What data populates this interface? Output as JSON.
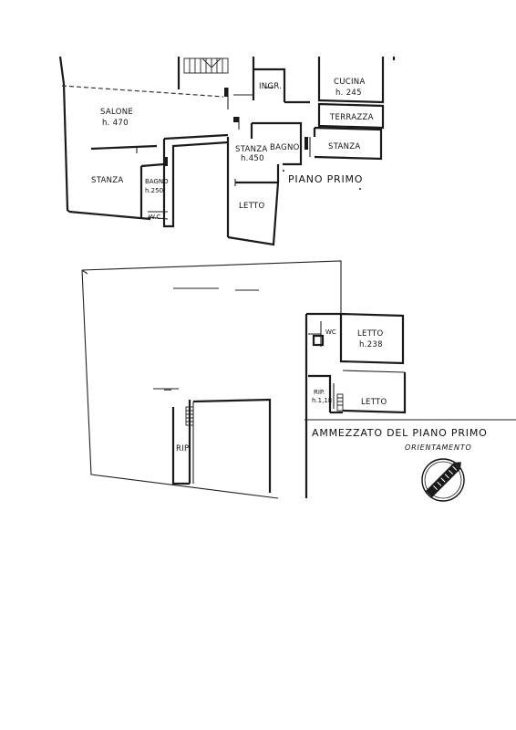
{
  "floors": {
    "primo": {
      "title": "PIANO PRIMO",
      "rooms": {
        "salone": {
          "name": "SALONE",
          "height": "h. 470"
        },
        "stanza_left": {
          "name": "STANZA"
        },
        "bagno_left": {
          "name": "BAGNO",
          "height": "h.250"
        },
        "wc": {
          "name": "W.C."
        },
        "ingr": {
          "name": "INGR."
        },
        "cucina": {
          "name": "CUCINA",
          "height": "h. 245"
        },
        "terrazza": {
          "name": "TERRAZZA"
        },
        "stanza_mid": {
          "name": "STANZA",
          "height": "h.450"
        },
        "bagno_mid": {
          "name": "BAGNO"
        },
        "stanza_right": {
          "name": "STANZA"
        },
        "letto": {
          "name": "LETTO"
        }
      }
    },
    "ammezzato": {
      "title": "AMMEZZATO DEL PIANO PRIMO",
      "rooms": {
        "wc": {
          "name": "WC"
        },
        "letto_top": {
          "name": "LETTO",
          "height": "h.238"
        },
        "rip_small": {
          "name": "RIP.",
          "height": "h.1,18"
        },
        "letto_bottom": {
          "name": "LETTO"
        },
        "rip_left": {
          "name": "RIP"
        }
      }
    }
  },
  "orientation": {
    "label": "ORIENTAMENTO",
    "icon": "compass-icon"
  }
}
